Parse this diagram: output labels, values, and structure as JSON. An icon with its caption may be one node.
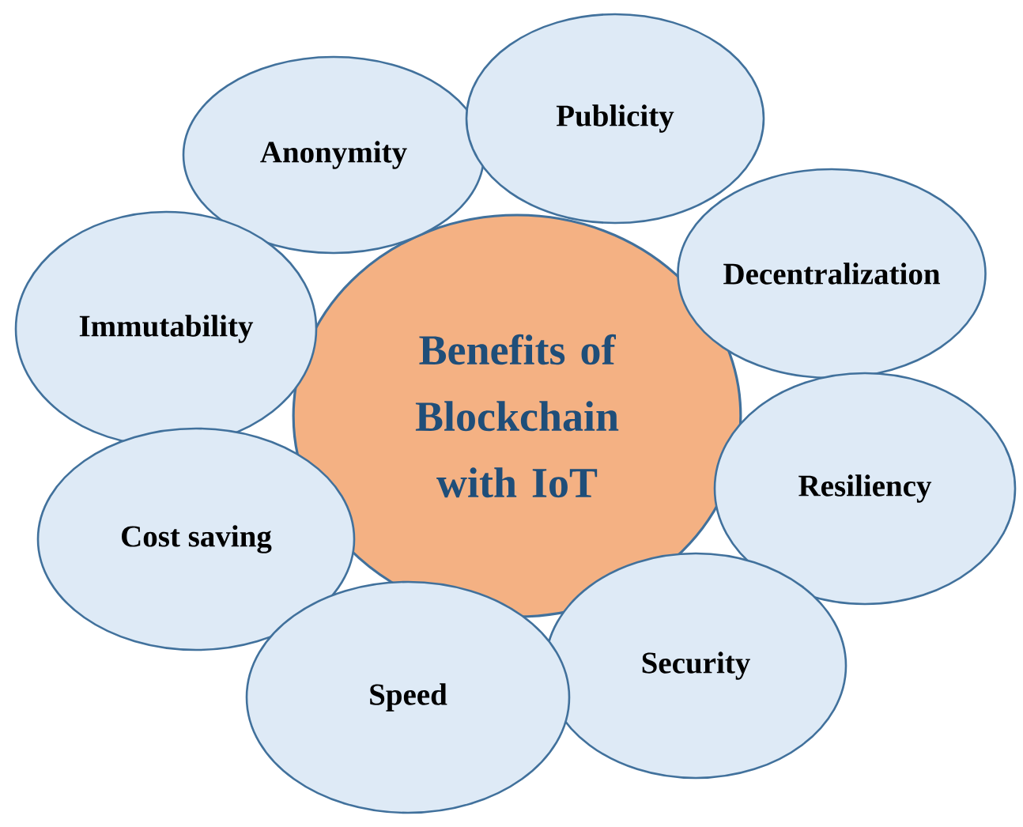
{
  "diagram": {
    "nodes": [
      {
        "text": [
          "Benefits of Blockchain with IoT"
        ]
      },
      {
        "text": [
          "Anonymity"
        ]
      },
      {
        "text": [
          "Publicity"
        ]
      },
      {
        "text": [
          "Immutability"
        ]
      },
      {
        "text": [
          "Decentralization"
        ]
      },
      {
        "text": [
          "Resiliency"
        ]
      },
      {
        "text": [
          "Cost saving"
        ]
      },
      {
        "text": [
          "Security"
        ]
      },
      {
        "text": [
          "Speed"
        ]
      }
    ]
  }
}
